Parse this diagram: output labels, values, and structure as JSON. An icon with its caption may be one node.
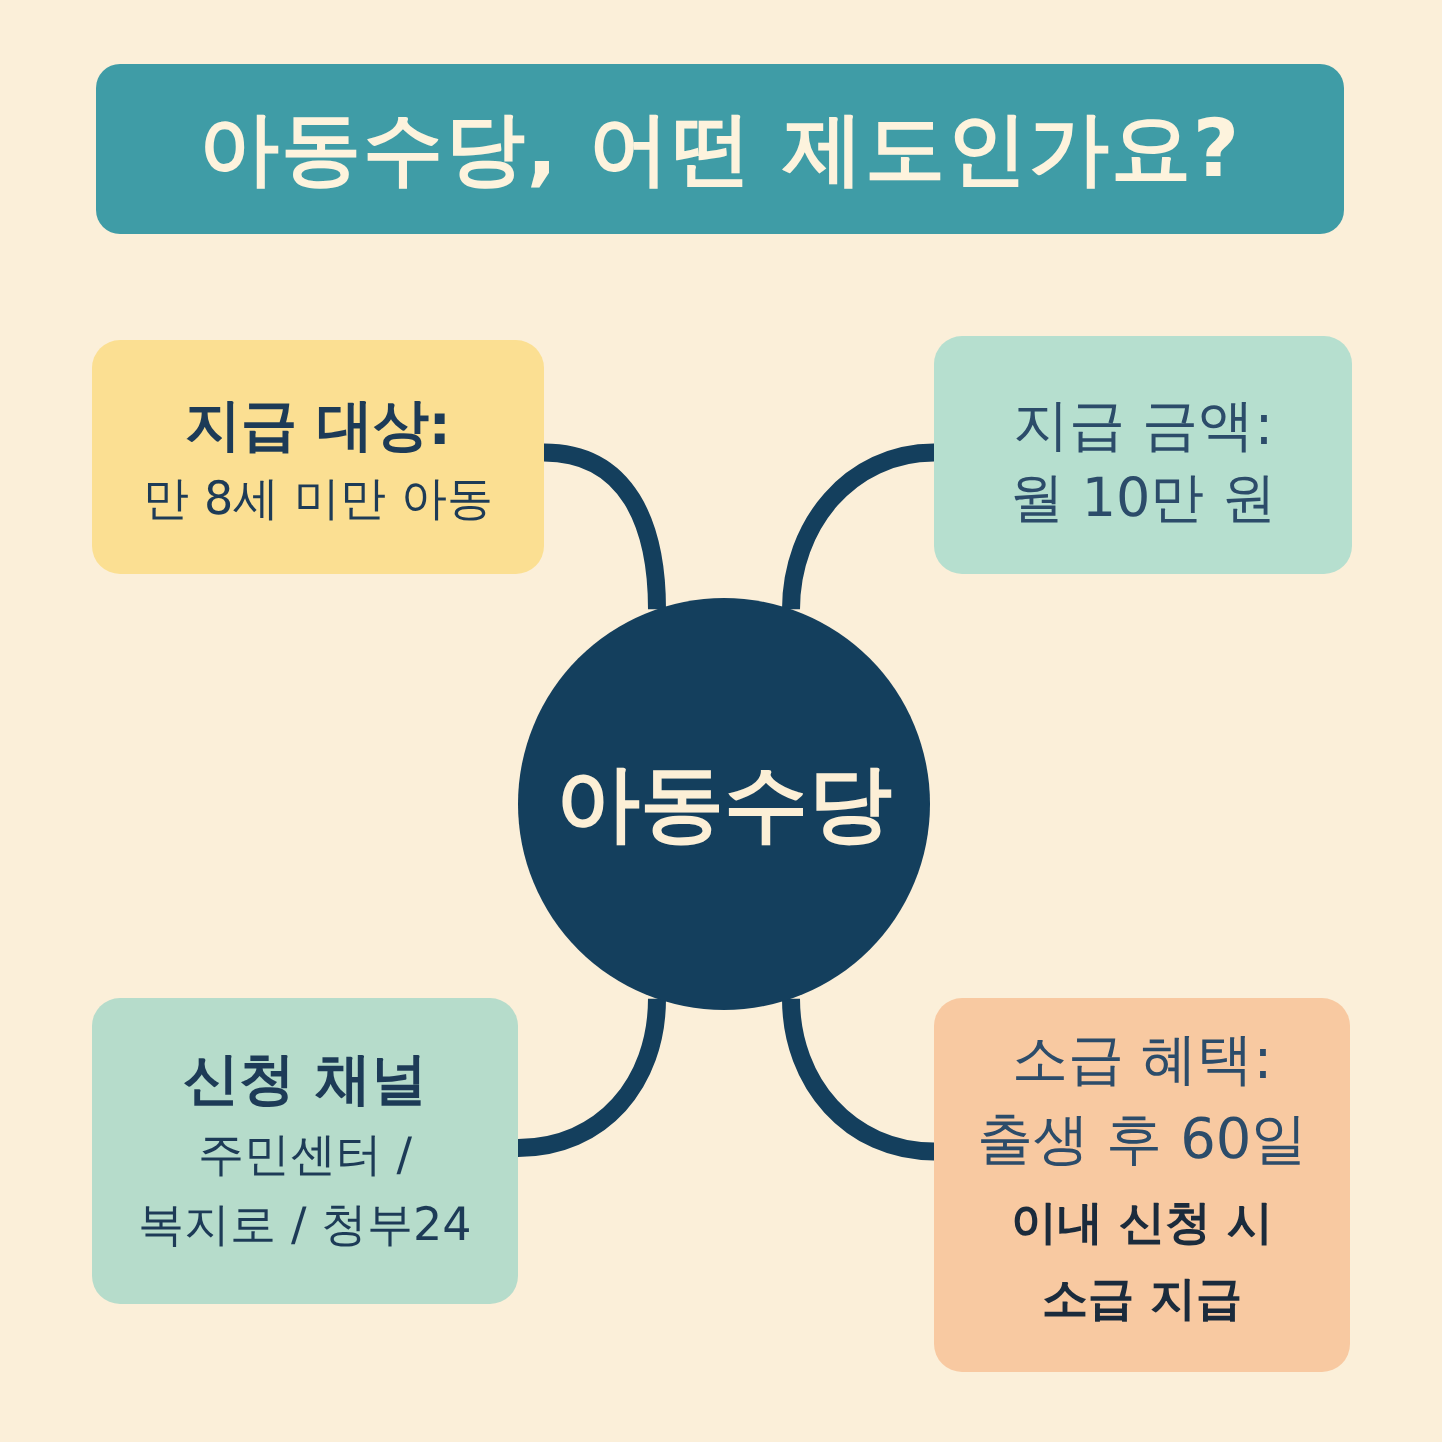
{
  "diagram": {
    "title": "아동수당, 어떤 제도인가요?",
    "nodes": [
      {
        "text": [
          "지급 대상:",
          "만 8세 미만 아동"
        ]
      },
      {
        "text": [
          "지급 금액:",
          "월 10만 원"
        ]
      },
      {
        "text": [
          "아동수당"
        ]
      },
      {
        "text": [
          "신청 채널",
          "주민센터 / 복지로 / 청부24"
        ]
      },
      {
        "text": [
          "소급 혜택:",
          "출생 후 60일",
          "이내 신청 시 소급 지급"
        ]
      }
    ],
    "edges": [
      {
        "from": 2,
        "to": 0,
        "arrow": "none"
      },
      {
        "from": 2,
        "to": 1,
        "arrow": "none"
      },
      {
        "from": 2,
        "to": 3,
        "arrow": "none"
      },
      {
        "from": 2,
        "to": 4,
        "arrow": "none"
      }
    ]
  }
}
